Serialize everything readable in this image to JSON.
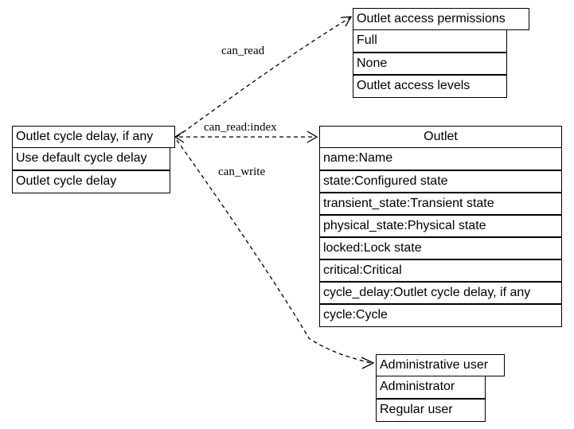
{
  "perm_class": {
    "title": "Outlet access permissions",
    "items": [
      "Full",
      "None",
      "Outlet access levels"
    ]
  },
  "cycle_class": {
    "title": "Outlet cycle delay, if any",
    "items": [
      "Use default cycle delay",
      "Outlet cycle delay"
    ]
  },
  "outlet_class": {
    "title": "Outlet",
    "items": [
      "name:Name",
      "state:Configured state",
      "transient_state:Transient state",
      "physical_state:Physical state",
      "locked:Lock state",
      "critical:Critical",
      "cycle_delay:Outlet cycle delay, if any",
      "cycle:Cycle"
    ]
  },
  "admin_class": {
    "title": "Administrative user",
    "items": [
      "Administrator",
      "Regular user"
    ]
  },
  "edges": {
    "can_read": "can_read",
    "can_read_index": "can_read:index",
    "can_write": "can_write"
  }
}
